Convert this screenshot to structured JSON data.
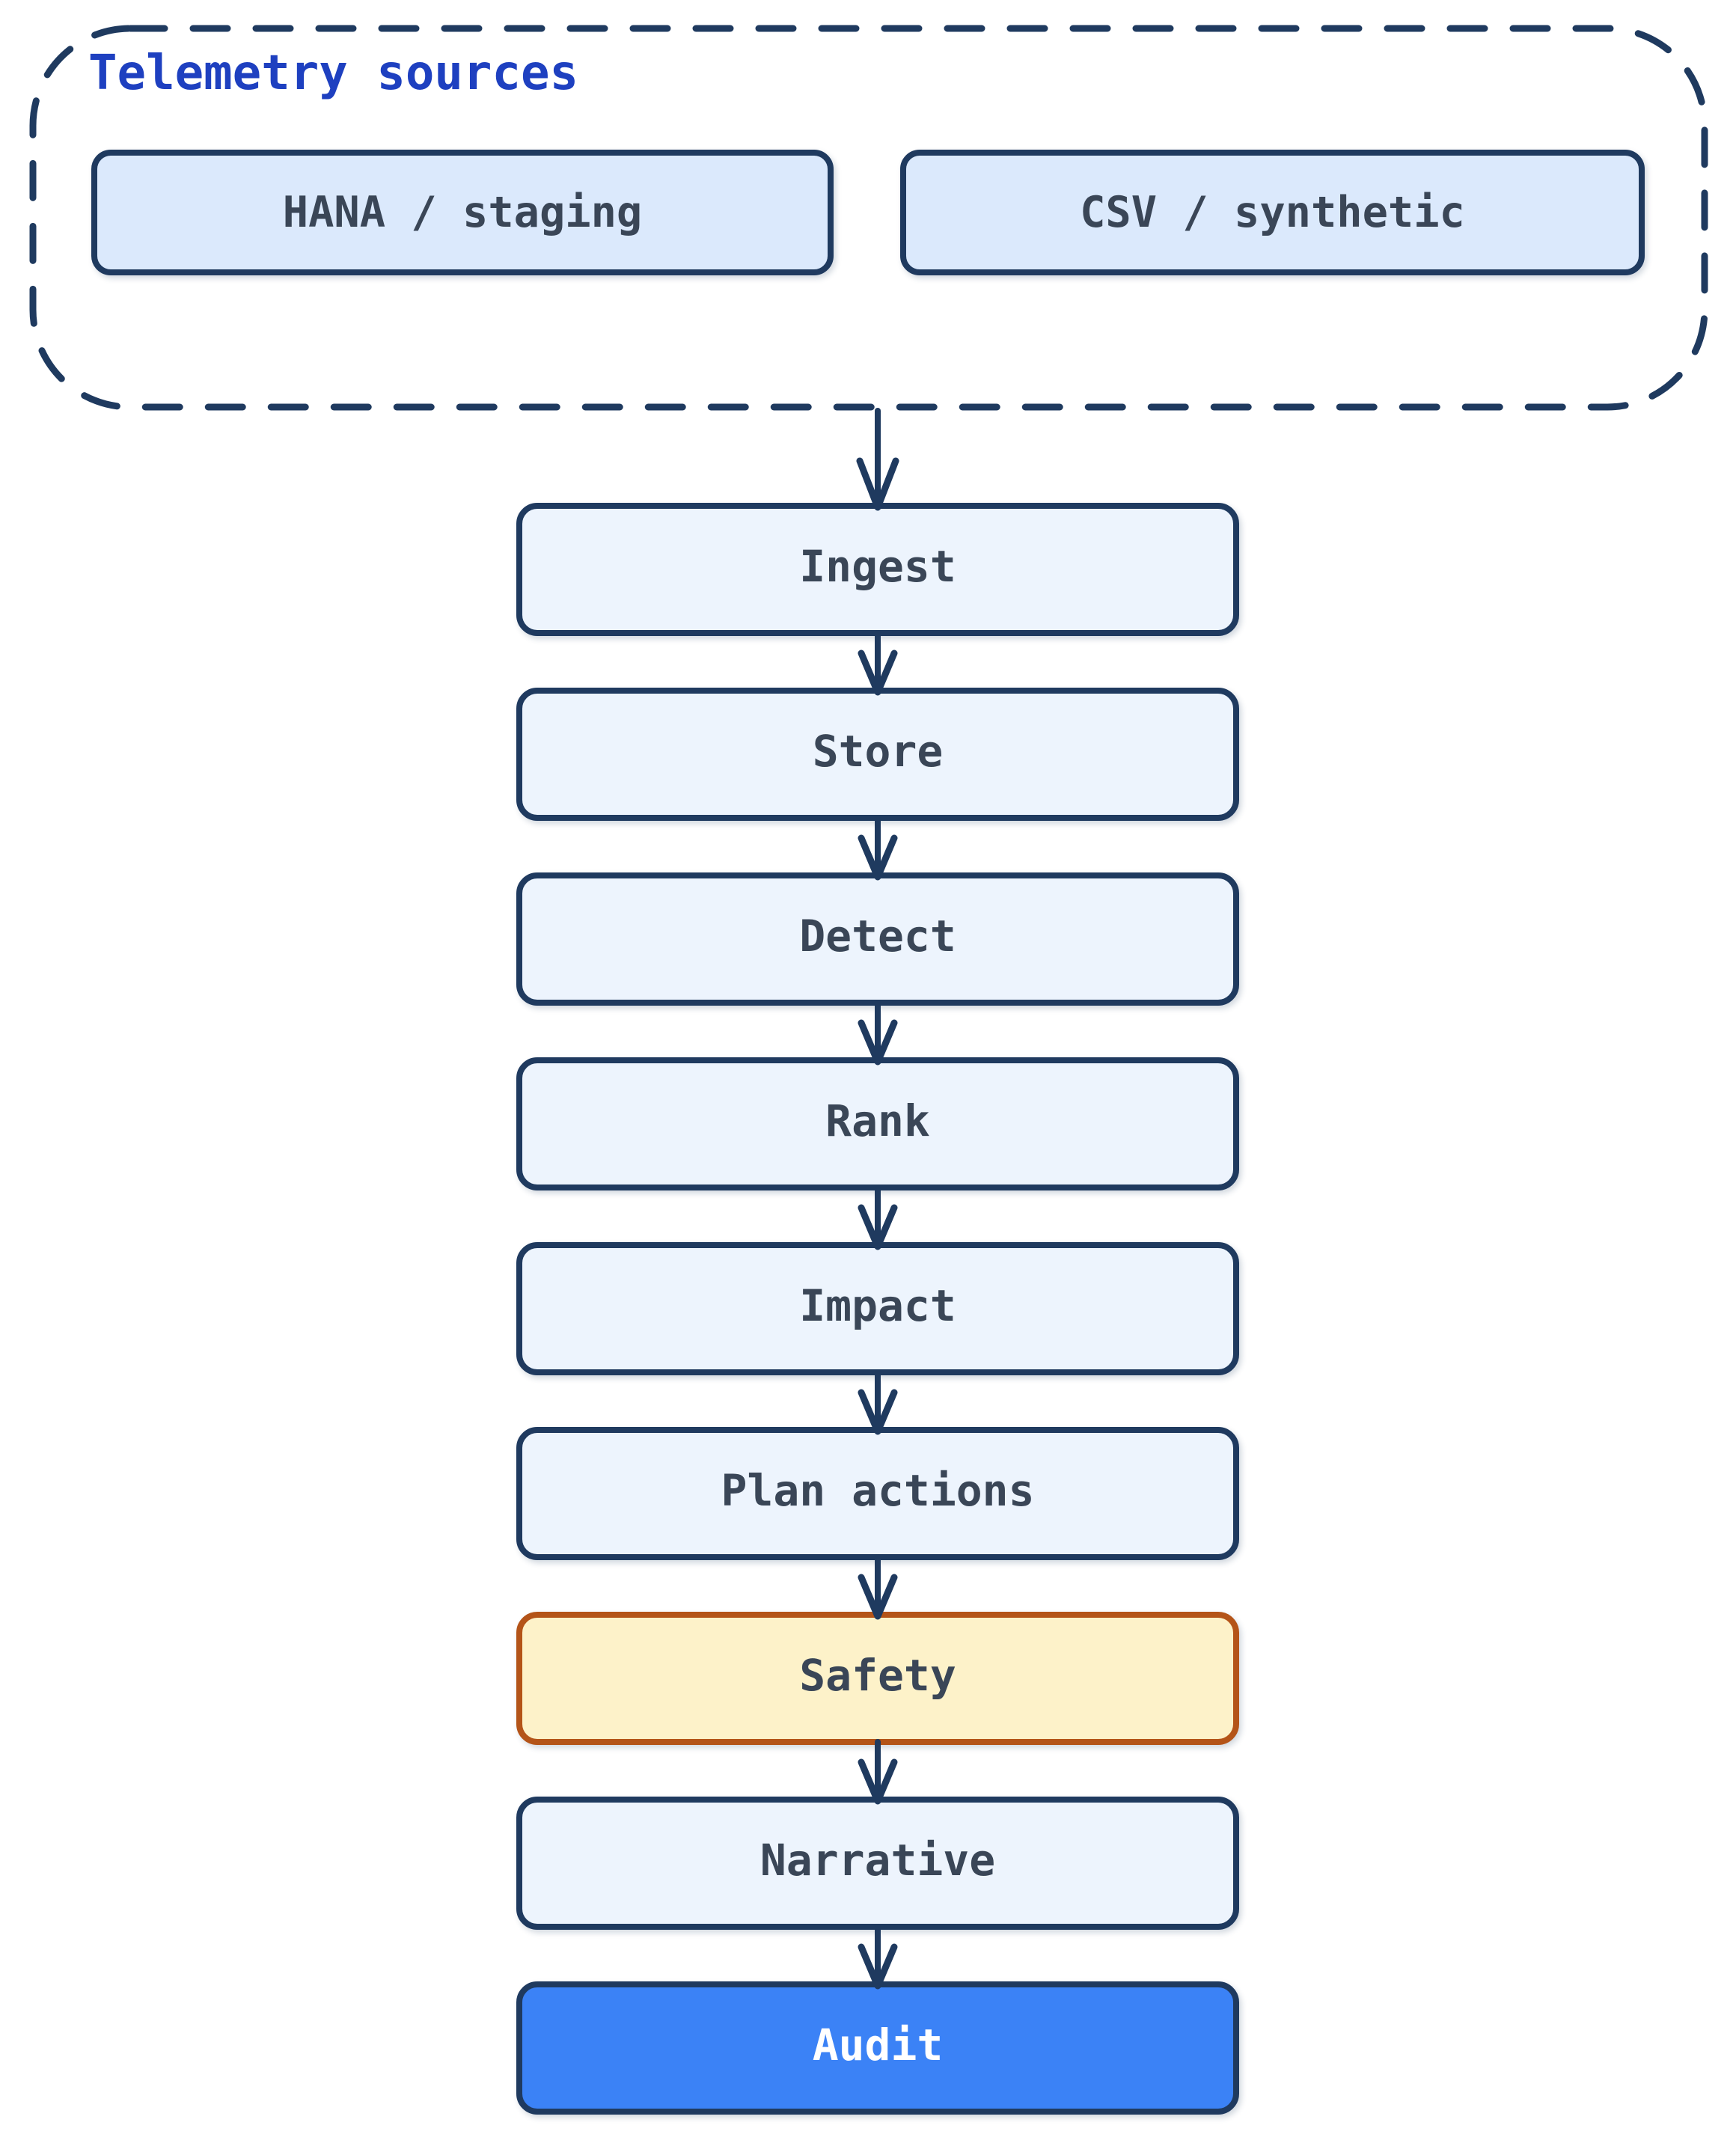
{
  "diagram": {
    "sources_group": {
      "title": "Telemetry sources",
      "items": [
        {
          "label": "HANA / staging"
        },
        {
          "label": "CSV / synthetic"
        }
      ]
    },
    "flow": {
      "nodes": [
        {
          "id": "ingest",
          "label": "Ingest",
          "variant": "default"
        },
        {
          "id": "store",
          "label": "Store",
          "variant": "default"
        },
        {
          "id": "detect",
          "label": "Detect",
          "variant": "default"
        },
        {
          "id": "rank",
          "label": "Rank",
          "variant": "default"
        },
        {
          "id": "impact",
          "label": "Impact",
          "variant": "default"
        },
        {
          "id": "plan-actions",
          "label": "Plan actions",
          "variant": "default"
        },
        {
          "id": "safety",
          "label": "Safety",
          "variant": "highlight"
        },
        {
          "id": "narrative",
          "label": "Narrative",
          "variant": "default"
        },
        {
          "id": "audit",
          "label": "Audit",
          "variant": "accent"
        }
      ]
    },
    "colors": {
      "background": "#ffffff",
      "outline": "#1f3a5f",
      "title": "#1e40c0",
      "source_fill": "#dbe9fc",
      "node_fill": "#edf4fd",
      "highlight_fill": "#fdf2c9",
      "highlight_border": "#b45418",
      "accent_fill": "#3b82f6",
      "accent_text": "#ffffff",
      "label_text": "#3a4657"
    }
  }
}
